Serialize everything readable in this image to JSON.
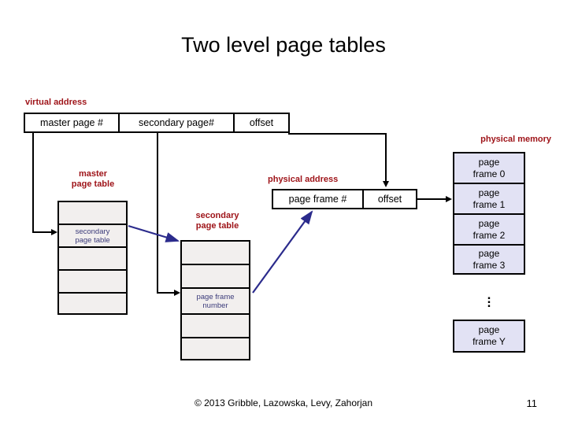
{
  "slide": {
    "title": "Two level page tables",
    "page_number": "11",
    "credit": "© 2013 Gribble, Lazowska, Levy, Zahorjan"
  },
  "colors": {
    "label_red": "#9e1318",
    "table_fill": "#f2efee",
    "frame_fill": "#e2e2f4",
    "entry_text": "#3b3b7a",
    "arrow_blue": "#2b2b8c",
    "outline": "#000000"
  },
  "virtual_address": {
    "label": "virtual address",
    "fields": [
      {
        "name": "master-page-number",
        "text": "master page #"
      },
      {
        "name": "secondary-page-number",
        "text": "secondary page#"
      },
      {
        "name": "offset",
        "text": "offset"
      }
    ]
  },
  "physical_address": {
    "label": "physical address",
    "fields": [
      {
        "name": "page-frame-number",
        "text": "page frame #"
      },
      {
        "name": "offset",
        "text": "offset"
      }
    ]
  },
  "master_page_table": {
    "label_line1": "master",
    "label_line2": "page table",
    "entries": [
      {
        "text": ""
      },
      {
        "text": "secondary\npage table"
      },
      {
        "text": ""
      },
      {
        "text": ""
      },
      {
        "text": ""
      }
    ],
    "entry_1_line1": "secondary",
    "entry_1_line2": "page table"
  },
  "secondary_page_table": {
    "label_line1": "secondary",
    "label_line2": "page table",
    "entries": [
      {
        "text": ""
      },
      {
        "text": ""
      },
      {
        "text": "page frame\nnumber"
      },
      {
        "text": ""
      },
      {
        "text": ""
      }
    ],
    "entry_2_line1": "page frame",
    "entry_2_line2": "number"
  },
  "physical_memory": {
    "label": "physical memory",
    "frames": [
      {
        "line1": "page",
        "line2": "frame 0"
      },
      {
        "line1": "page",
        "line2": "frame 1"
      },
      {
        "line1": "page",
        "line2": "frame 2"
      },
      {
        "line1": "page",
        "line2": "frame 3"
      }
    ],
    "ellipsis": "⋮",
    "last_frame": {
      "line1": "page",
      "line2": "frame Y"
    }
  }
}
